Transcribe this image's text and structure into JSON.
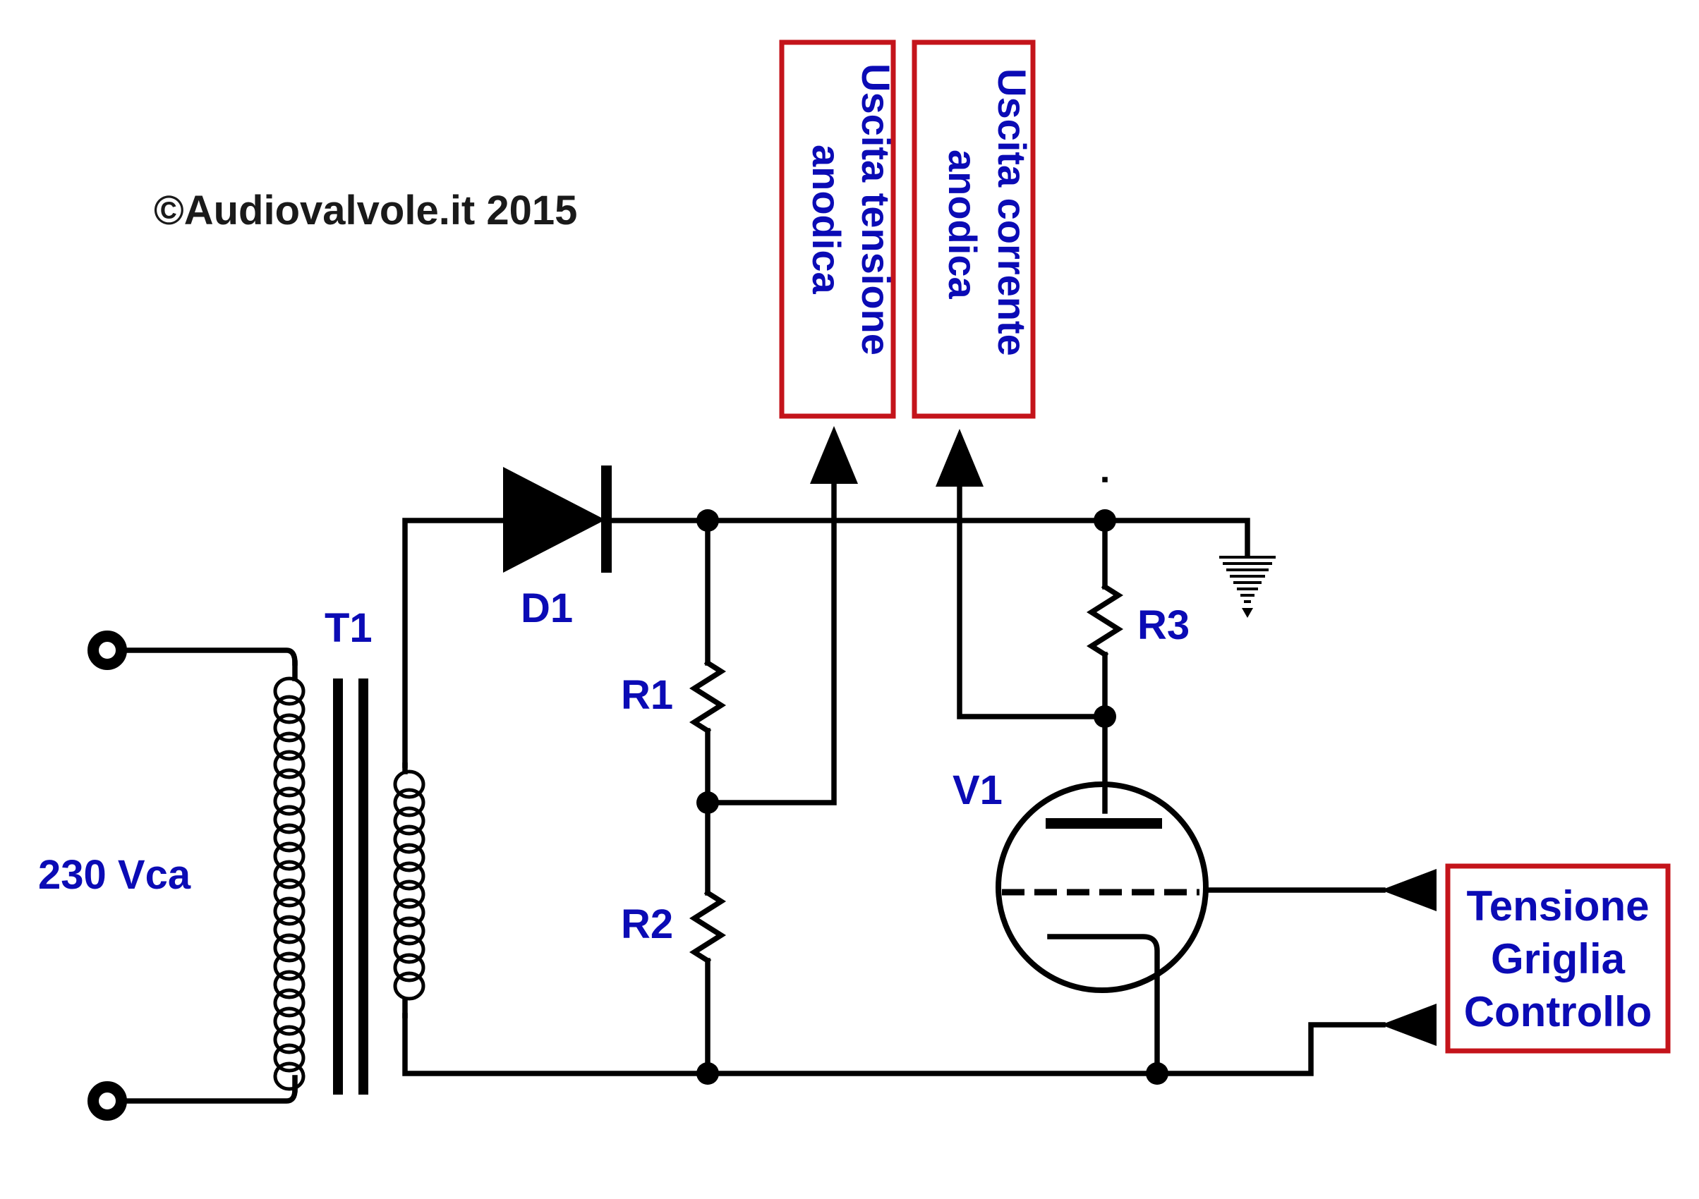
{
  "copyright": "©Audiovalvole.it 2015",
  "labels": {
    "input_voltage": "230 Vca",
    "transformer": "T1",
    "diode": "D1",
    "r1": "R1",
    "r2": "R2",
    "r3": "R3",
    "tube": "V1"
  },
  "boxes": {
    "anode_voltage_output": [
      "Uscita tensione",
      "anodica"
    ],
    "anode_current_output": [
      "Uscita corrente",
      "anodica"
    ],
    "grid_voltage": [
      "Tensione",
      "Griglia",
      "Controllo"
    ]
  },
  "colors": {
    "label_text": "#0b0bb5",
    "box_border": "#c4141b",
    "wire": "#000000"
  }
}
